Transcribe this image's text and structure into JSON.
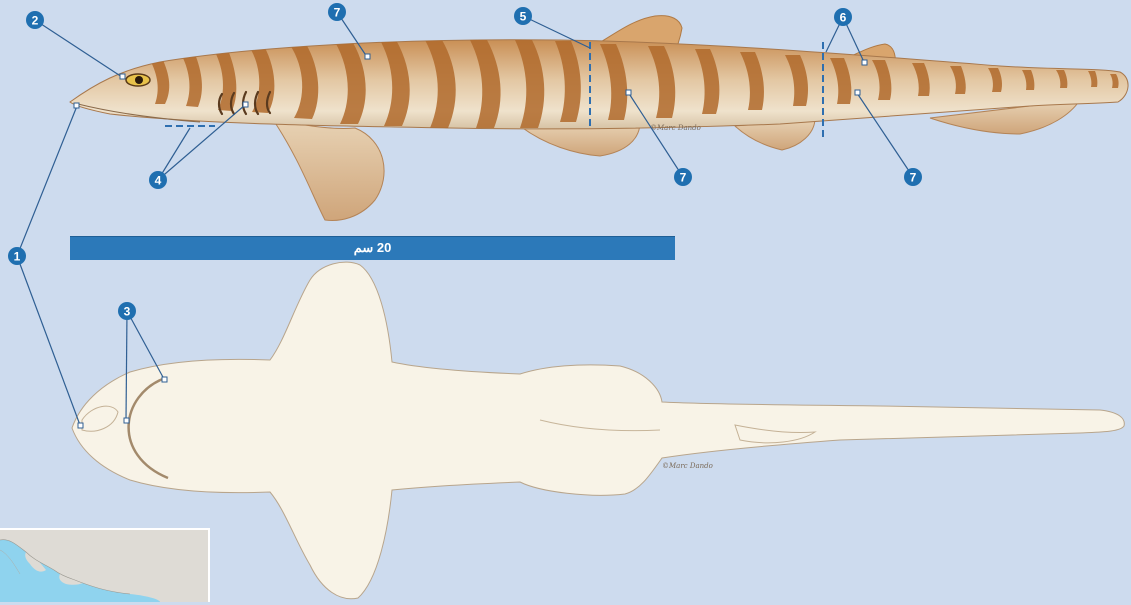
{
  "scale_bar": {
    "label": "20 سم"
  },
  "credits": {
    "lateral": "©Marc Dando",
    "ventral": "©Marc Dando"
  },
  "callouts": [
    "1",
    "2",
    "3",
    "4",
    "5",
    "6",
    "7",
    "7",
    "7"
  ],
  "colors": {
    "background": "#cddbee",
    "scale_bar": "#2c79b9",
    "callout_fill": "#1f6fb0",
    "leader_line": "#2f5f93",
    "shark_body": "#e3c7a3",
    "shark_stripes": "#b16a2c",
    "ventral_body": "#f8f3e7",
    "map_sea": "#8fd3ee",
    "map_land": "#dedbd5"
  },
  "icons": {
    "callout_marker": "numbered-circle-icon",
    "inset_map": "region-map-icon"
  }
}
